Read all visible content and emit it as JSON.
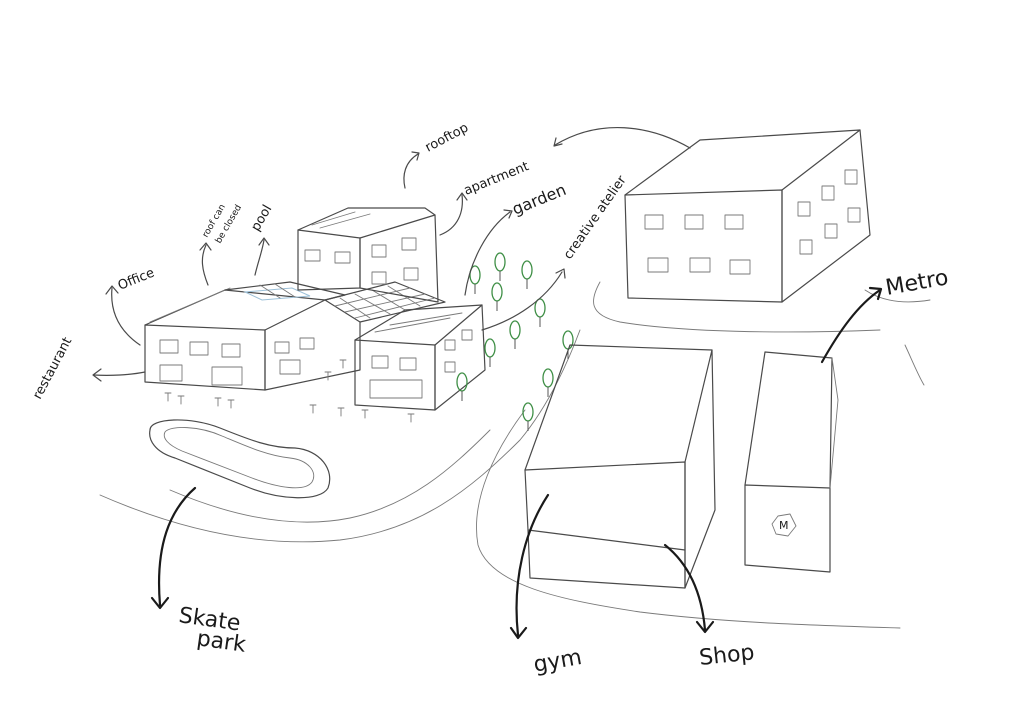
{
  "labels": {
    "office": "Office",
    "roof_note_1": "roof can",
    "roof_note_2": "be closed",
    "pool": "pool",
    "rooftop": "rooftop",
    "apartment": "apartment",
    "garden": "garden",
    "creative_atelier": "creative atelier",
    "restaurant": "restaurant",
    "skate_1": "Skate",
    "skate_2": "park",
    "gym": "gym",
    "shop": "Shop",
    "metro": "Metro",
    "metro_symbol": "M"
  },
  "colors": {
    "pencil": "#4a4a4a",
    "marker": "#1a1a1a",
    "trees": "#3f8f46",
    "pool_glass": "#9cc0d8"
  }
}
